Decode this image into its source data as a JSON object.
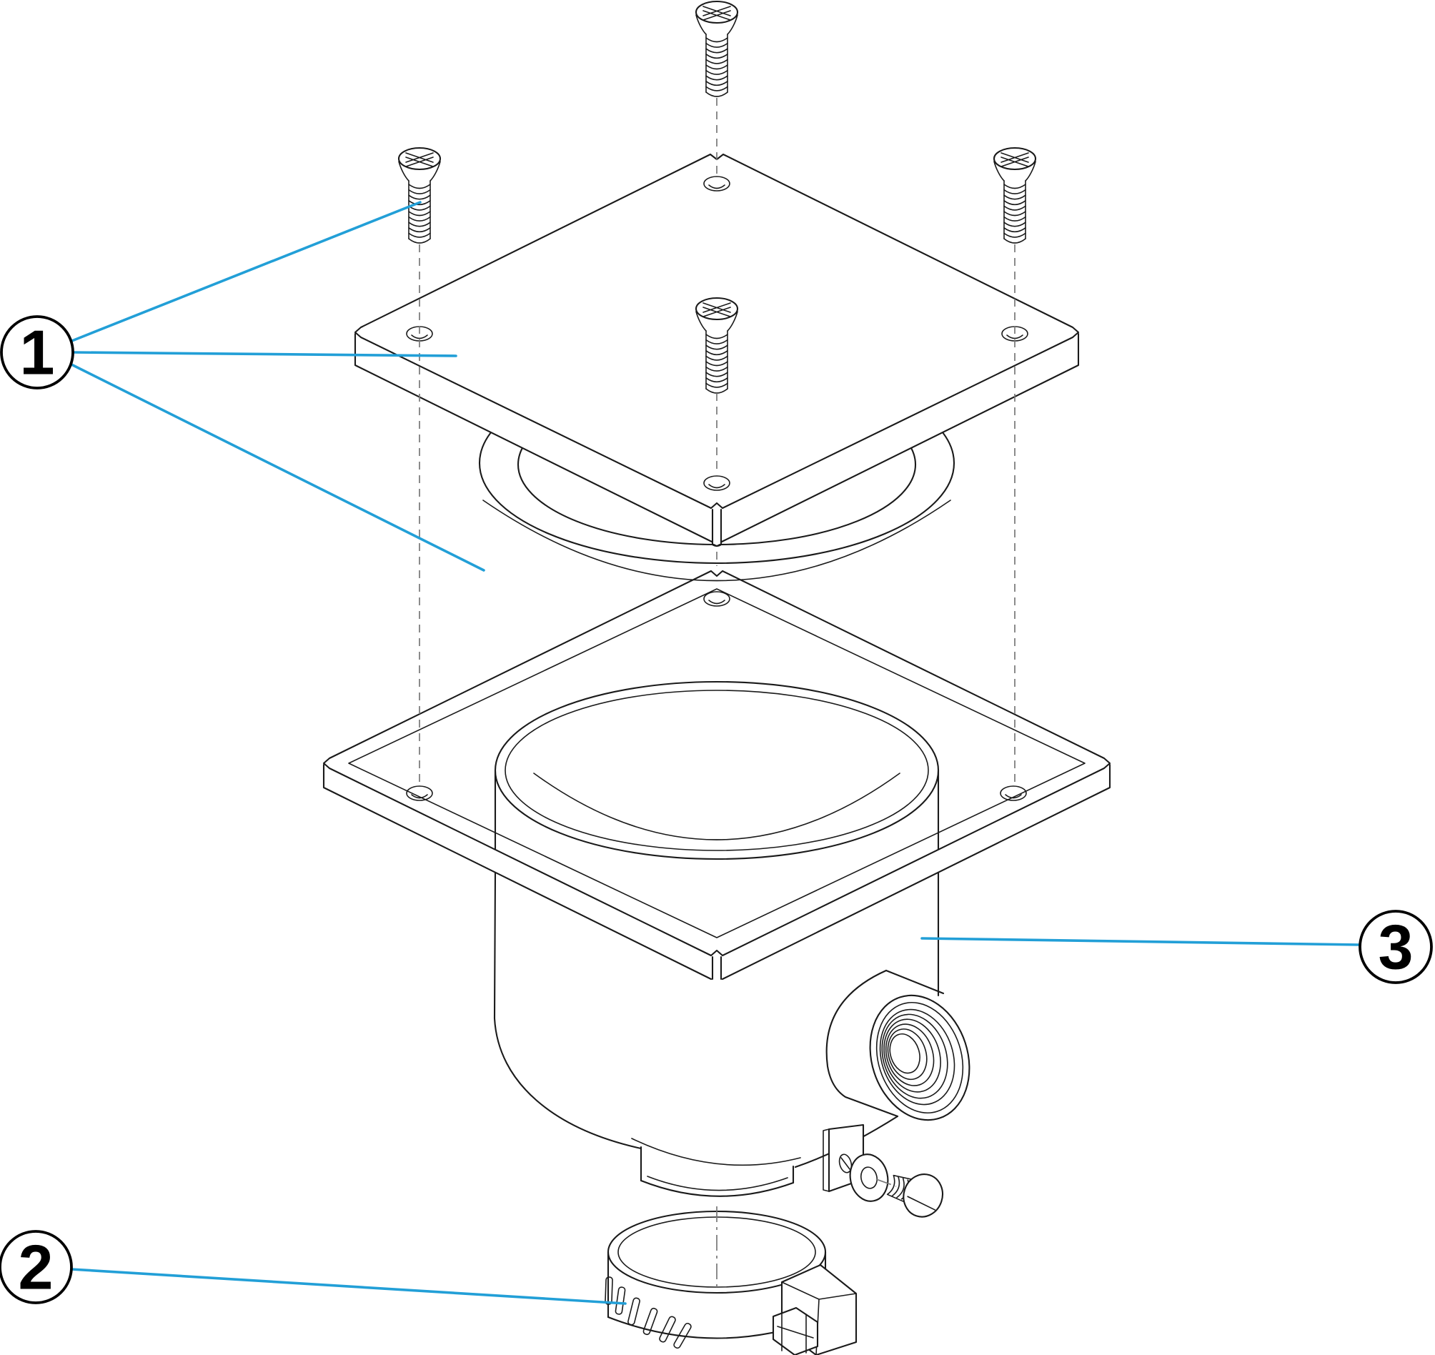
{
  "diagram": {
    "type": "exploded-parts-diagram",
    "background": "#ffffff",
    "colors": {
      "line": "#1a1a1a",
      "dashed": "#777777",
      "leader": "#229fd7",
      "callout_fill": "#ffffff",
      "callout_stroke": "#000000"
    },
    "callouts": [
      {
        "number": "1",
        "points_to": "cover-plate-gasket-and-screws"
      },
      {
        "number": "2",
        "points_to": "hose-clamp"
      },
      {
        "number": "3",
        "points_to": "drain-body-with-flange"
      }
    ],
    "parts": [
      "countersunk-screw-top",
      "countersunk-screw-left",
      "countersunk-screw-right",
      "countersunk-screw-middle",
      "square-cover-plate",
      "o-ring-gasket",
      "flanged-drain-body",
      "threaded-side-port",
      "outlet-spigot",
      "hose-clamp",
      "fixing-tab-washer-screw"
    ]
  }
}
